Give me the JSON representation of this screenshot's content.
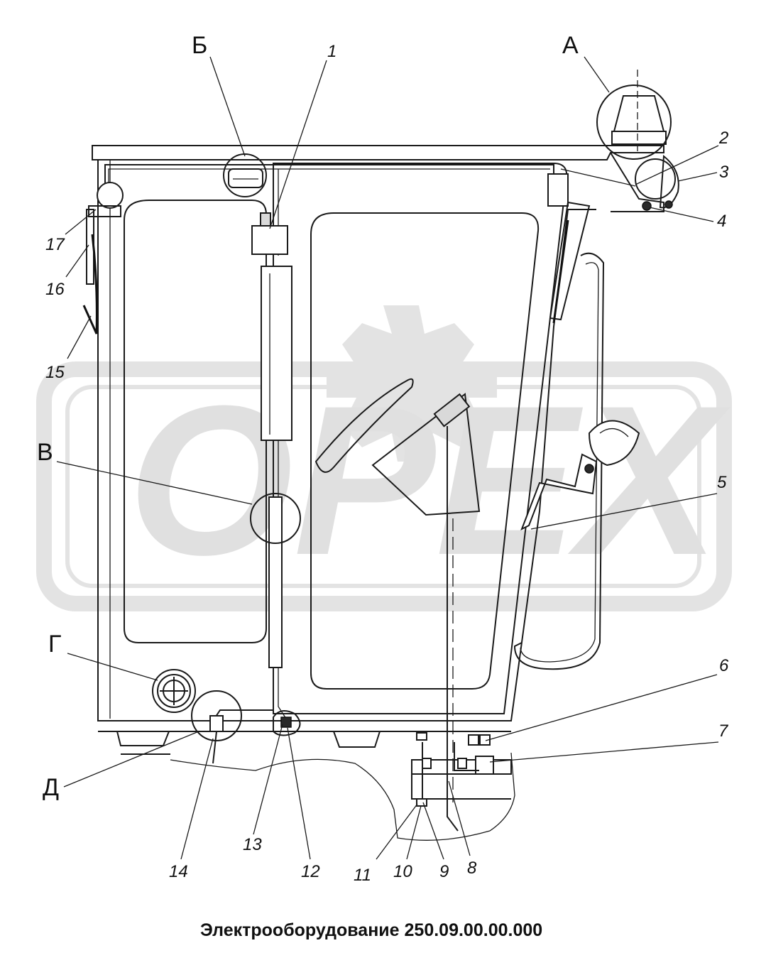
{
  "title": "Электрооборудование 250.09.00.00.000",
  "watermark": "OPEX",
  "views": [
    "А",
    "Б",
    "В",
    "Г",
    "Д"
  ],
  "callouts": [
    "1",
    "2",
    "3",
    "4",
    "5",
    "6",
    "7",
    "8",
    "9",
    "10",
    "11",
    "12",
    "13",
    "14",
    "15",
    "16",
    "17"
  ]
}
